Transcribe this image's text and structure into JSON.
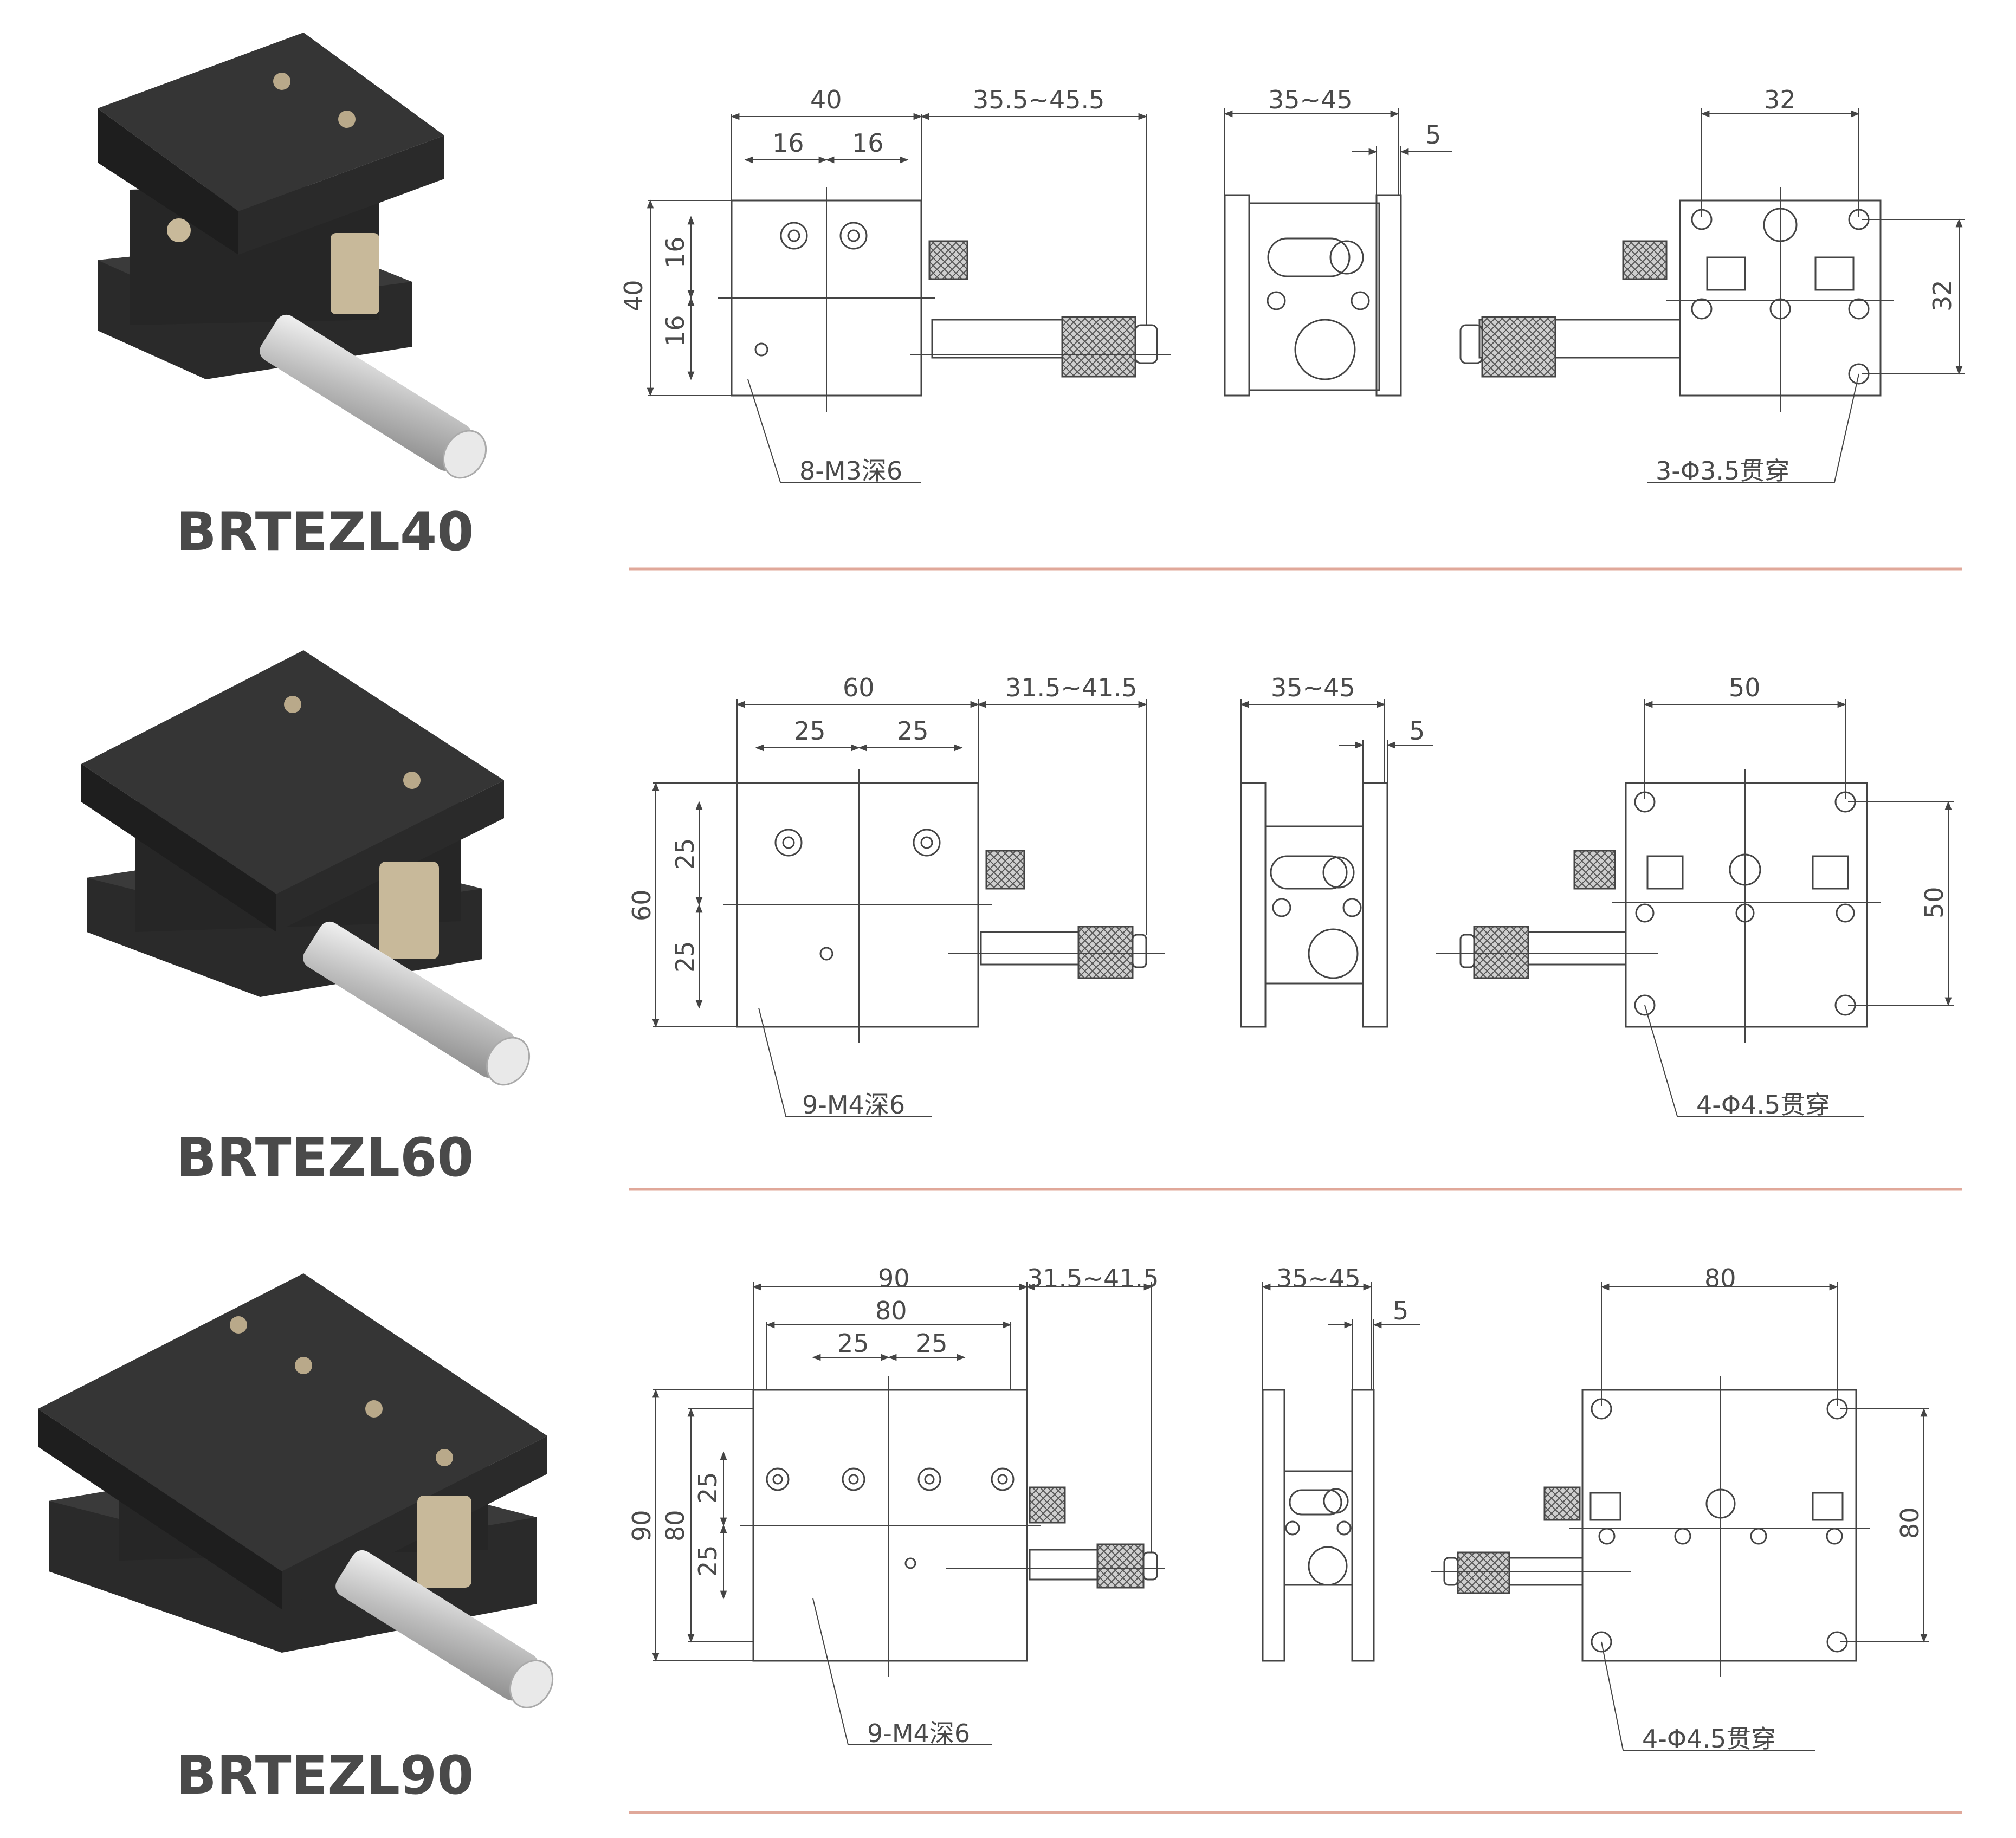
{
  "colors": {
    "background": "#ffffff",
    "line": "#444444",
    "divider": "#e0a89a",
    "text": "#4a4a4a",
    "stage_dark": "#2c2c2c",
    "stage_top": "#3a3a3a",
    "brass": "#c8b99a",
    "micrometer": "#d9d9d9"
  },
  "products": [
    {
      "model": "BRTEZL40",
      "front": {
        "width": "40",
        "half_left": "16",
        "half_right": "16",
        "travel": "35.5~45.5",
        "height": "40",
        "half_top": "16",
        "half_bottom": "16",
        "callout": "8-M3深6"
      },
      "side": {
        "range": "35~45",
        "thickness": "5"
      },
      "bottom": {
        "width": "32",
        "height": "32",
        "callout": "3-Φ3.5贯穿"
      }
    },
    {
      "model": "BRTEZL60",
      "front": {
        "width": "60",
        "half_left": "25",
        "half_right": "25",
        "travel": "31.5~41.5",
        "height": "60",
        "half_top": "25",
        "half_bottom": "25",
        "callout": "9-M4深6"
      },
      "side": {
        "range": "35~45",
        "thickness": "5"
      },
      "bottom": {
        "width": "50",
        "height": "50",
        "callout": "4-Φ4.5贯穿"
      }
    },
    {
      "model": "BRTEZL90",
      "front": {
        "width": "90",
        "inner_width": "80",
        "half_left": "25",
        "half_right": "25",
        "travel": "31.5~41.5",
        "height": "90",
        "inner_height": "80",
        "half_top": "25",
        "half_bottom": "25",
        "callout": "9-M4深6"
      },
      "side": {
        "range": "35~45",
        "thickness": "5"
      },
      "bottom": {
        "width": "80",
        "height": "80",
        "callout": "4-Φ4.5贯穿"
      }
    }
  ]
}
